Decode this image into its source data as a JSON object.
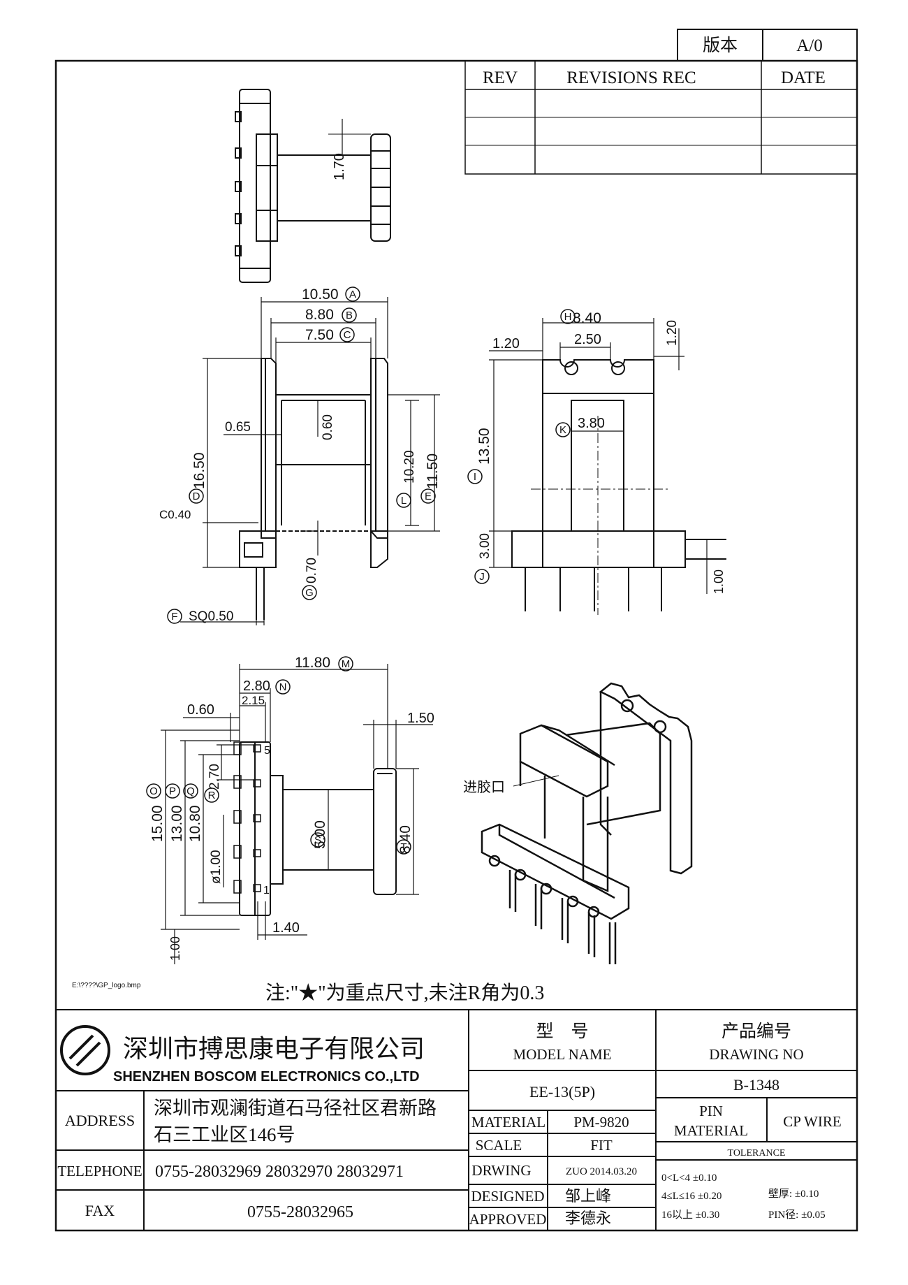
{
  "version_box": {
    "label": "版本",
    "value": "A/0"
  },
  "revisions": {
    "headers": [
      "REV",
      "REVISIONS REC",
      "DATE"
    ],
    "rows": [
      [
        "",
        "",
        ""
      ],
      [
        "",
        "",
        ""
      ],
      [
        "",
        "",
        ""
      ]
    ]
  },
  "drawing": {
    "top_view": {
      "dim_height": "1.70"
    },
    "front_view": {
      "dims": {
        "width_a": "10.50",
        "width_b": "8.80",
        "width_c": "7.50",
        "wall": "0.65",
        "core_wall": "0.60",
        "height_d": "16.50",
        "height_l": "10.20",
        "height_e": "11.50",
        "chamfer": "C0.40",
        "flange_g": "0.70",
        "pin_f": "SQ0.50"
      },
      "markers": [
        "A",
        "B",
        "C",
        "D",
        "E",
        "F",
        "G",
        "L"
      ]
    },
    "side_view": {
      "dims": {
        "width_h": "8.40",
        "edge": "1.20",
        "notch": "2.50",
        "top_gap": "1.20",
        "core_k": "3.80",
        "height_i": "13.50",
        "base_j": "3.00",
        "pin_len": "1.00"
      },
      "markers": [
        "H",
        "I",
        "J",
        "K"
      ]
    },
    "bottom_view": {
      "dims": {
        "length_m": "11.80",
        "n": "2.80",
        "n2": "2.15",
        "off": "0.60",
        "flange": "1.50",
        "o": "15.00",
        "p": "13.00",
        "q": "10.80",
        "r": "2.70",
        "hole": "ø1.00",
        "s": "5.00",
        "t": "8.40",
        "pitch": "1.40",
        "foot": "1.00"
      },
      "markers": [
        "M",
        "N",
        "O",
        "P",
        "Q",
        "R",
        "S",
        "T"
      ],
      "pin_numbers": [
        "5",
        "1"
      ]
    },
    "iso_view": {
      "label": "进胶口"
    },
    "logo_path": "E:\\????\\GP_logo.bmp",
    "note": "注:\"★\"为重点尺寸,未注R角为0.3"
  },
  "title_block": {
    "company_cn": "深圳市搏思康电子有限公司",
    "company_en": "SHENZHEN BOSCOM ELECTRONICS CO.,LTD",
    "address_label": "ADDRESS",
    "address_line1": "深圳市观澜街道石马径社区君新路",
    "address_line2": "石三工业区146号",
    "telephone_label": "TELEPHONE",
    "telephone": "0755-28032969 28032970 28032971",
    "fax_label": "FAX",
    "fax": "0755-28032965",
    "model_cn": "型　号",
    "model_en": "MODEL NAME",
    "model_value": "EE-13(5P)",
    "drawing_cn": "产品编号",
    "drawing_en": "DRAWING NO",
    "drawing_value": "B-1348",
    "material_label": "MATERIAL",
    "material_value": "PM-9820",
    "pin_material_label1": "PIN",
    "pin_material_label2": "MATERIAL",
    "pin_material_value": "CP WIRE",
    "scale_label": "SCALE",
    "scale_value": "FIT",
    "drwing_label": "DRWING",
    "drwing_value": "ZUO 2014.03.20",
    "designed_label": "DESIGNED",
    "designed_value": "邹上峰",
    "approved_label": "APPROVED",
    "approved_value": "李德永",
    "tolerance_label": "TOLERANCE",
    "tol1": "0<L<4  ±0.10",
    "tol2": "4≤L≤16  ±0.20",
    "tol3": "16以上      ±0.30",
    "wall_tol": "壁厚:   ±0.10",
    "pin_tol": "PIN径: ±0.05"
  }
}
